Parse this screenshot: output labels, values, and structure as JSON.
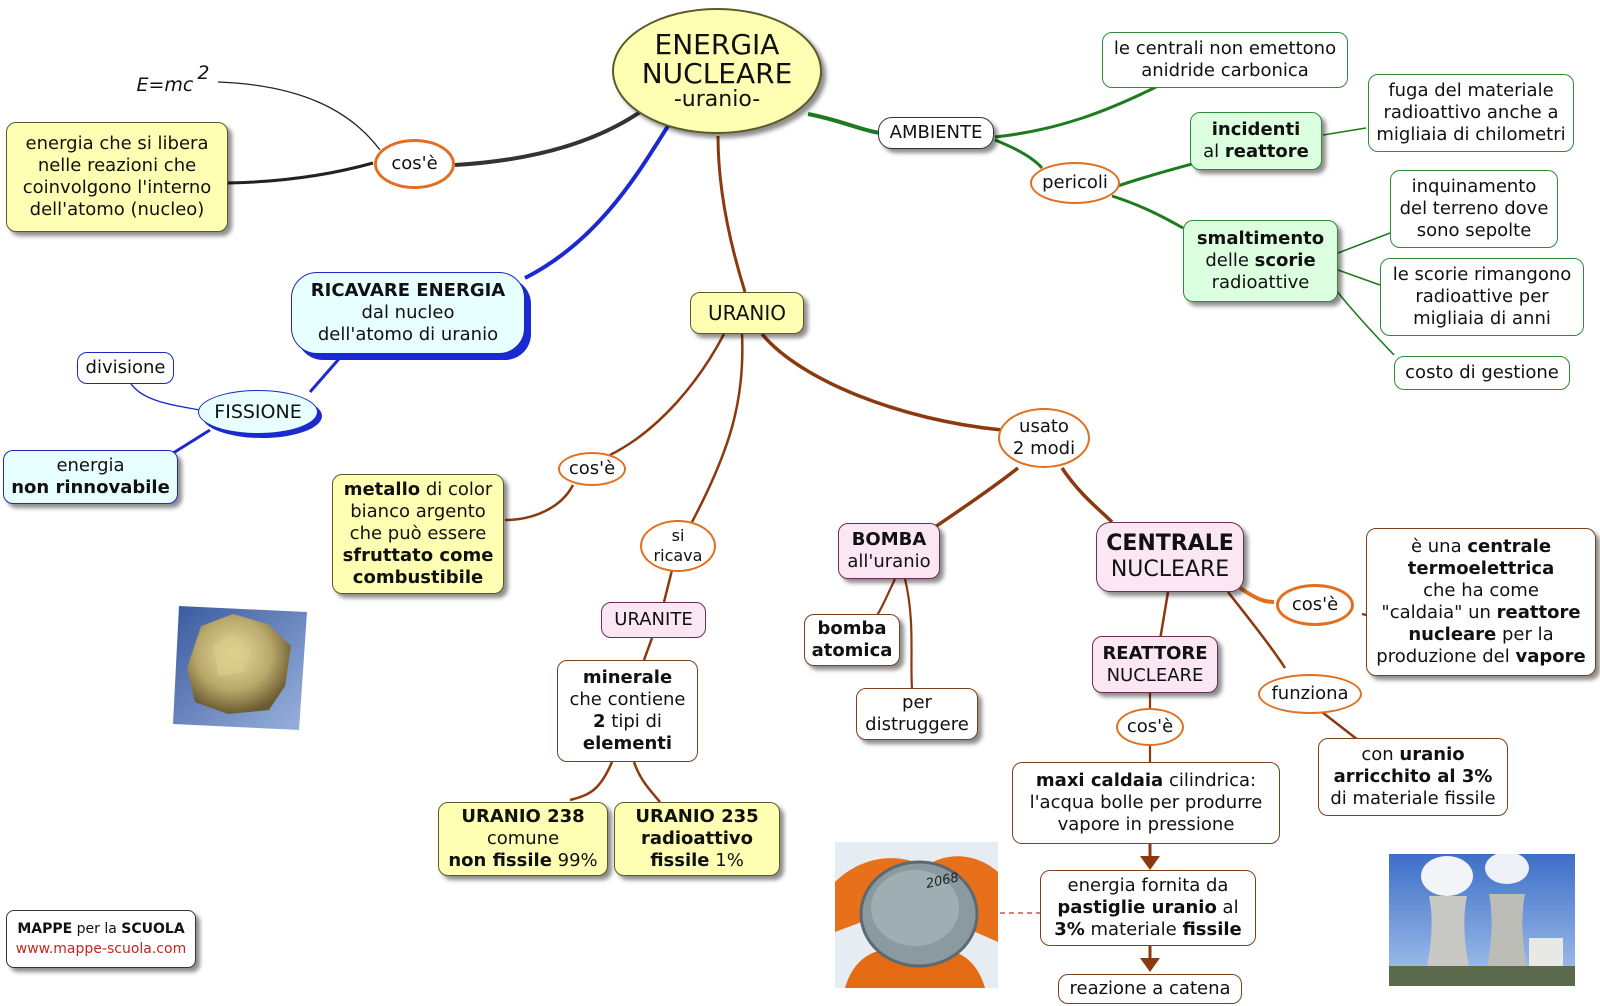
{
  "title": {
    "line1": "ENERGIA",
    "line2": "NUCLEARE",
    "line3": "-uranio-"
  },
  "formula": {
    "text": "E=mc",
    "exp": "2"
  },
  "cose_left": {
    "label": "cos'è"
  },
  "definition": {
    "l1": "energia che si libera",
    "l2": "nelle reazioni che",
    "l3": "coinvolgono l'interno",
    "l4": "dell'atomo (nucleo)"
  },
  "ricavare": {
    "l1": "RICAVARE ENERGIA",
    "l2": "dal nucleo",
    "l3": "dell'atomo di uranio"
  },
  "fissione": {
    "label": "FISSIONE"
  },
  "divisione": {
    "label": "divisione"
  },
  "non_rinnovabile": {
    "l1": "energia",
    "l2": "non rinnovabile"
  },
  "uranio": {
    "label": "URANIO"
  },
  "cose_uranio": {
    "label": "cos'è"
  },
  "metallo": {
    "l1a": "metallo",
    "l1b": " di color",
    "l2": "bianco argento",
    "l3": "che può essere",
    "l4": "sfruttato come",
    "l5": "combustibile"
  },
  "si_ricava": {
    "l1": "si",
    "l2": "ricava"
  },
  "uranite": {
    "label": "URANITE"
  },
  "minerale": {
    "l1": "minerale",
    "l2": "che contiene",
    "l3a": "2",
    "l3b": " tipi di",
    "l4": "elementi"
  },
  "u238": {
    "l1": "URANIO 238",
    "l2": "comune",
    "l3a": "non fissile",
    "l3b": " 99%"
  },
  "u235": {
    "l1": "URANIO 235",
    "l2": "radioattivo",
    "l3a": "fissile",
    "l3b": " 1%"
  },
  "usato": {
    "l1": "usato",
    "l2": "2 modi"
  },
  "bomba": {
    "l1": "BOMBA",
    "l2": "all'uranio"
  },
  "bomba_atomica": {
    "l1": "bomba",
    "l2": "atomica"
  },
  "per_distruggere": {
    "l1": "per",
    "l2": "distruggere"
  },
  "centrale": {
    "l1": "CENTRALE",
    "l2": "NUCLEARE"
  },
  "cose_centrale": {
    "label": "cos'è"
  },
  "termo": {
    "l1a": "è una ",
    "l1b": "centrale",
    "l2": "termoelettrica",
    "l3": "che ha come",
    "l4a": "\"caldaia\" un ",
    "l4b": "reattore",
    "l5a": "nucleare",
    "l5b": " per la",
    "l6a": "produzione del ",
    "l6b": "vapore"
  },
  "reattore": {
    "l1": "REATTORE",
    "l2": "NUCLEARE"
  },
  "funziona": {
    "label": "funziona"
  },
  "arricchito": {
    "l1a": "con ",
    "l1b": "uranio",
    "l2": "arricchito al 3%",
    "l3": "di materiale fissile"
  },
  "cose_reattore": {
    "label": "cos'è"
  },
  "caldaia": {
    "l1a": "maxi caldaia",
    "l1b": " cilindrica:",
    "l2": "l'acqua bolle per produrre",
    "l3": "vapore in pressione"
  },
  "pastiglie": {
    "l1": "energia fornita da",
    "l2a": "pastiglie uranio",
    "l2b": " al",
    "l3a": "3%",
    "l3b": " materiale ",
    "l3c": "fissile"
  },
  "catena": {
    "label": "reazione a catena"
  },
  "pellet_label": {
    "text": "2068"
  },
  "ambiente": {
    "label": "AMBIENTE"
  },
  "centrali_co2": {
    "l1": "le centrali non emettono",
    "l2": "anidride carbonica"
  },
  "pericoli": {
    "label": "pericoli"
  },
  "incidenti": {
    "l1": "incidenti",
    "l2a": "al ",
    "l2b": "reattore"
  },
  "fuga": {
    "l1": "fuga del materiale",
    "l2": "radioattivo anche a",
    "l3": "migliaia di chilometri"
  },
  "smaltimento": {
    "l1": "smaltimento",
    "l2a": "delle ",
    "l2b": "scorie",
    "l3": "radioattive"
  },
  "inquinamento": {
    "l1": "inquinamento",
    "l2": "del terreno dove",
    "l3": "sono sepolte"
  },
  "scorie_anni": {
    "l1": "le scorie rimangono",
    "l2": "radioattive per",
    "l3": "migliaia di anni"
  },
  "costo": {
    "label": "costo di gestione"
  },
  "logo": {
    "l1a": "MAPPE",
    "l1b": " per la ",
    "l1c": "SCUOLA",
    "l2": "www.mappe-scuola.com"
  },
  "colors": {
    "brown_link": "#8b3a10",
    "green_link": "#1e7a1e",
    "blue_link": "#1a2ad0",
    "orange": "#e07020"
  }
}
